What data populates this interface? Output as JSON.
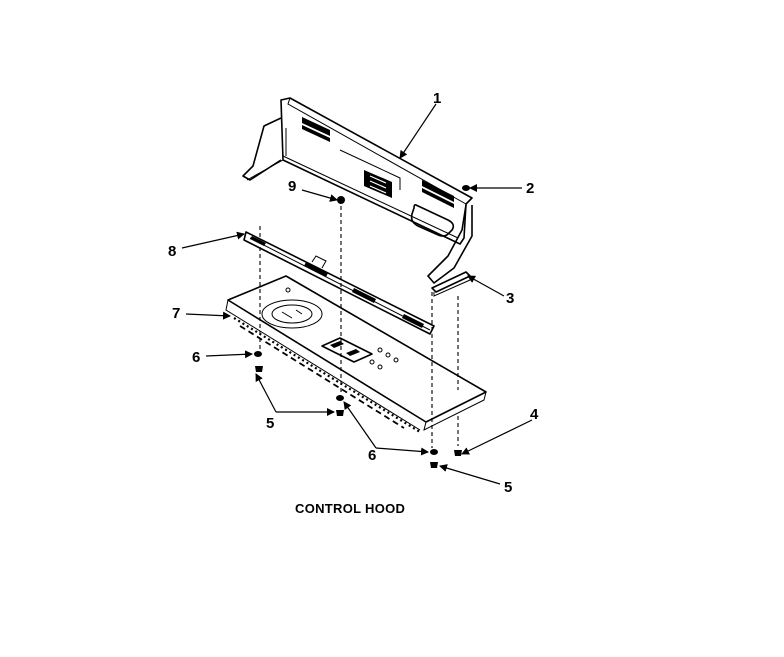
{
  "caption": "CONTROL HOOD",
  "callouts": {
    "c1": "1",
    "c2": "2",
    "c3": "3",
    "c4": "4",
    "c5a": "5",
    "c5b": "5",
    "c6a": "6",
    "c6b": "6",
    "c7": "7",
    "c8": "8",
    "c9": "9"
  }
}
